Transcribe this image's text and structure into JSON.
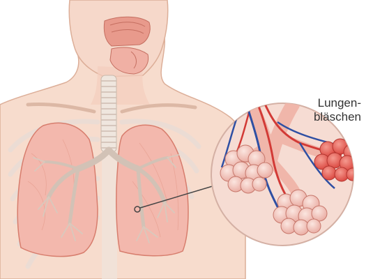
{
  "image": {
    "subject": "anatomical illustration of human torso with lungs and magnified alveoli",
    "callout": {
      "line1": "Lungen-",
      "line2": "bläschen"
    },
    "colors": {
      "skin": "#f4d6c7",
      "skin_outline": "#d9a994",
      "lung": "#f2b3a8",
      "lung_dark": "#d97866",
      "bronchi": "#e8e2dc",
      "artery": "#d23a36",
      "vein": "#2e4fa3",
      "alveoli_pink": "#f3c8c0",
      "alveoli_red": "#e25a52",
      "bone": "#efe9e4",
      "circle_bg": "#f6dcd3"
    }
  }
}
